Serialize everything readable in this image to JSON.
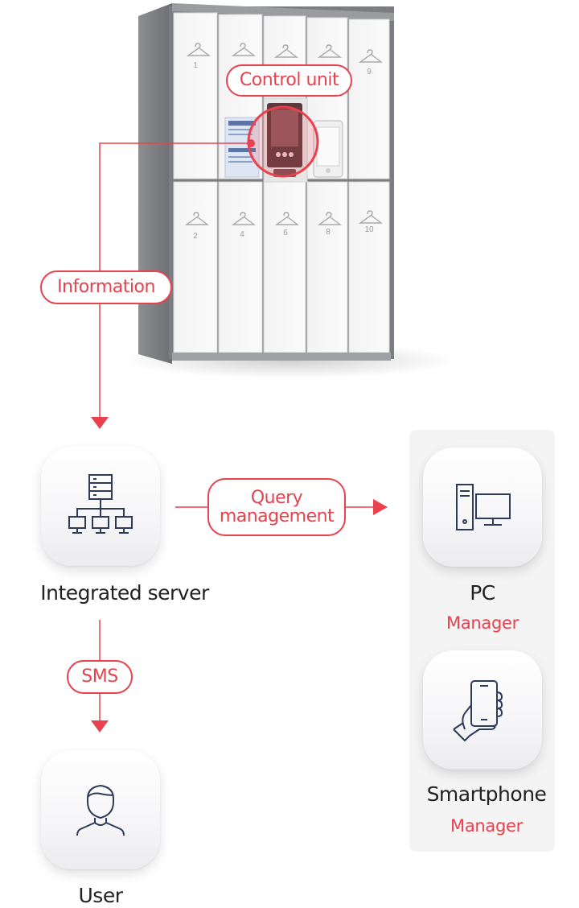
{
  "diagram": {
    "control_unit_label": "Control unit",
    "information_label": "Information",
    "query_management_line1": "Query",
    "query_management_line2": "management",
    "sms_label": "SMS",
    "integrated_server_label": "Integrated server",
    "user_label": "User",
    "pc_label": "PC",
    "pc_role": "Manager",
    "smartphone_label": "Smartphone",
    "smartphone_role": "Manager"
  },
  "locker": {
    "compartment_numbers_top": [
      "1",
      "",
      "",
      "",
      "9"
    ],
    "compartment_numbers_bottom": [
      "2",
      "4",
      "6",
      "8",
      "10"
    ]
  },
  "colors": {
    "accent": "#e8424e",
    "icon": "#2e3a5a",
    "text": "#222222",
    "panel": "#f4f4f4",
    "locker_frame": "#7b7d80"
  },
  "icons": [
    "server-network-icon",
    "pc-monitor-icon",
    "smartphone-hand-icon",
    "user-icon",
    "hanger-icon"
  ]
}
